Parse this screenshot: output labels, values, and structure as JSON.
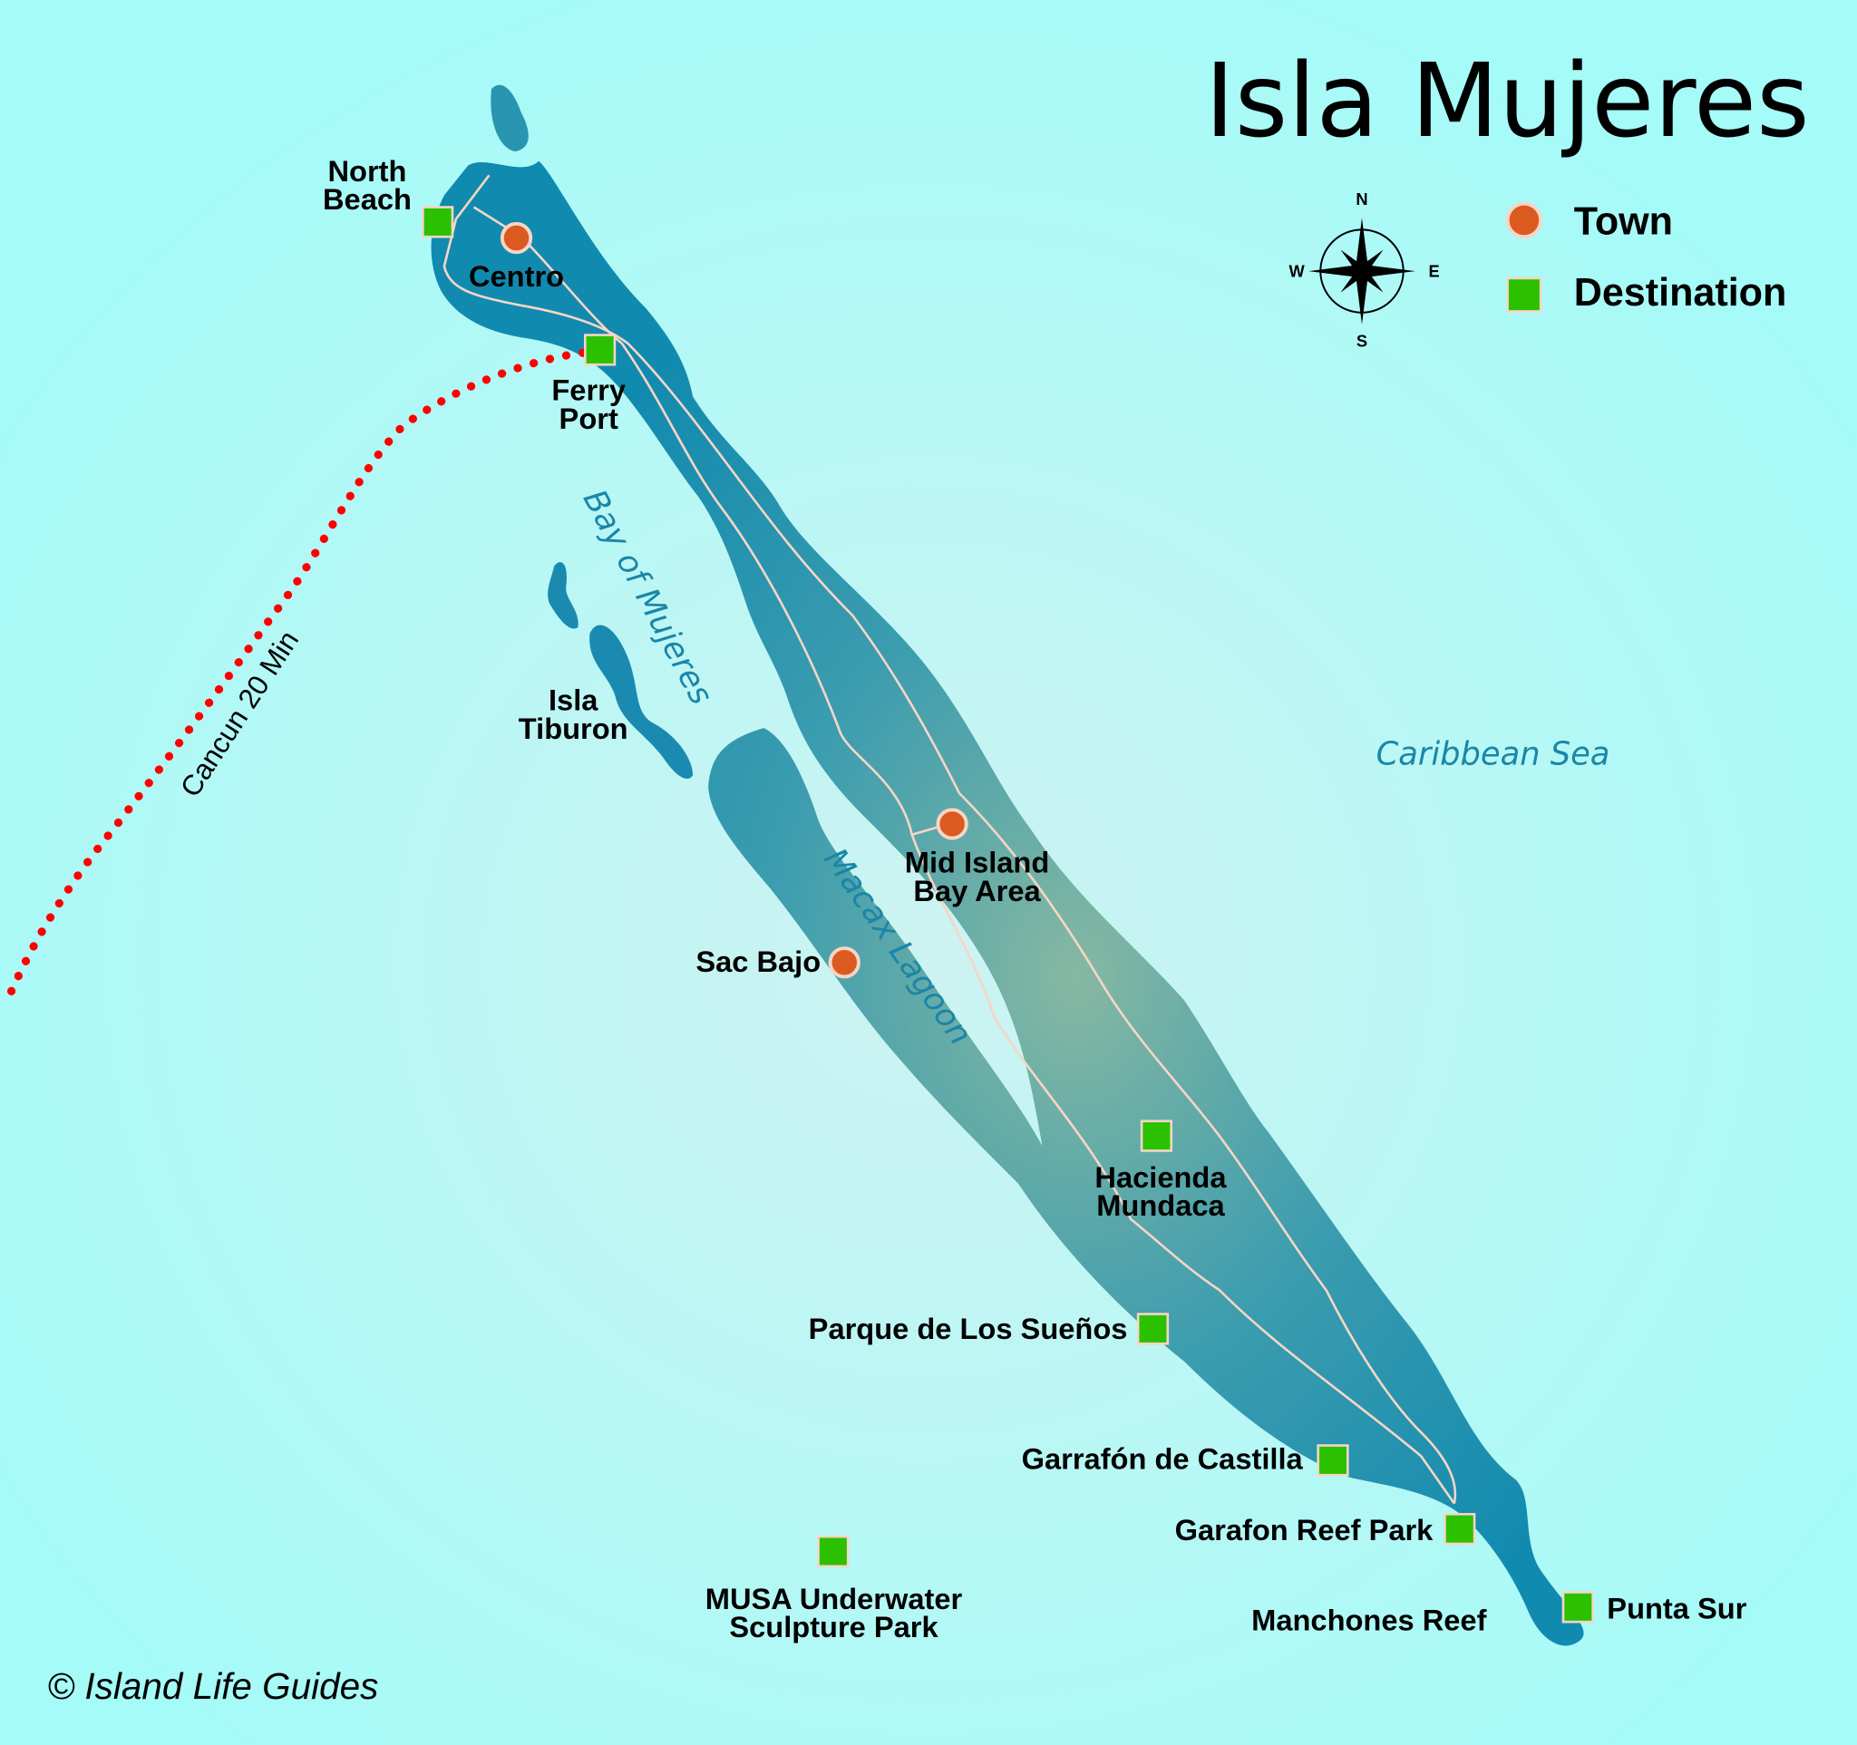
{
  "title": "Isla Mujeres",
  "colors": {
    "sea": "#a4fbf8",
    "island": "#118aaf",
    "town": "#db5a20",
    "destination": "#2cc100",
    "ferry_route": "#ff0000",
    "road": "#f5d6c6"
  },
  "compass": {
    "n": "N",
    "s": "S",
    "e": "E",
    "w": "W"
  },
  "legend": [
    {
      "symbol": "circle",
      "label": "Town"
    },
    {
      "symbol": "square",
      "label": "Destination"
    }
  ],
  "water_labels": {
    "bay": "Bay of Mujeres",
    "lagoon": "Macax Lagoon",
    "sea": "Caribbean Sea"
  },
  "ferry_route_label": "Cancun 20 Min",
  "towns": [
    "Centro",
    "Mid Island",
    "Bay Area",
    "Sac Bajo"
  ],
  "destinations": {
    "north_beach": [
      "North",
      "Beach"
    ],
    "ferry_port": [
      "Ferry",
      "Port"
    ],
    "hacienda": [
      "Hacienda",
      "Mundaca"
    ],
    "parque": "Parque de Los Sueños",
    "garrafon": "Garrafón de Castilla",
    "garafon_reef": "Garafon Reef Park",
    "punta_sur": "Punta Sur",
    "musa": [
      "MUSA Underwater",
      "Sculpture Park"
    ]
  },
  "other_labels": {
    "isla_tiburon": [
      "Isla",
      "Tiburon"
    ],
    "manchones": "Manchones Reef"
  },
  "copyright": "© Island Life Guides"
}
